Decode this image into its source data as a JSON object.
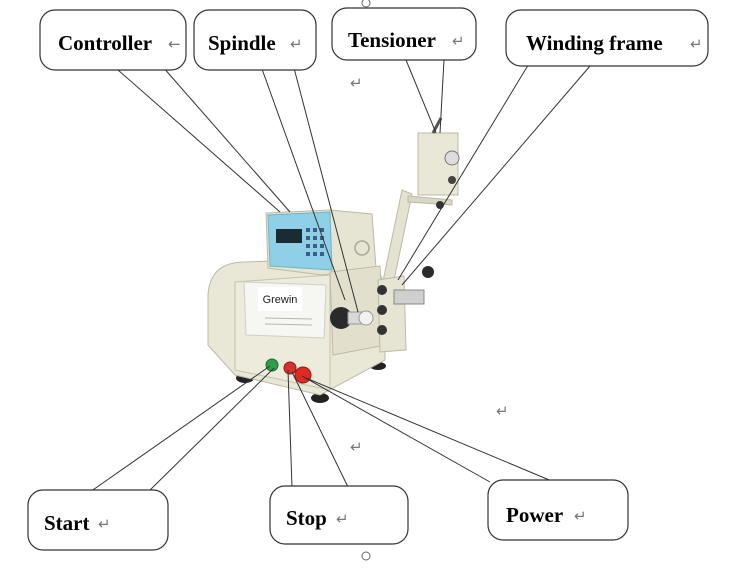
{
  "labels": {
    "controller": "Controller",
    "spindle": "Spindle",
    "tensioner": "Tensioner",
    "winding_frame": "Winding frame",
    "start": "Start",
    "stop": "Stop",
    "power": "Power"
  },
  "machine": {
    "brand": "Grewin"
  },
  "symbols": {
    "return_mark": "↵",
    "arrow_mark": "←"
  },
  "colors": {
    "machine_body": "#e8e6d4",
    "controller_panel": "#7ec8df",
    "start_button": "#2f9e4a",
    "stop_button": "#d6322b",
    "power_button": "#e02a24"
  }
}
